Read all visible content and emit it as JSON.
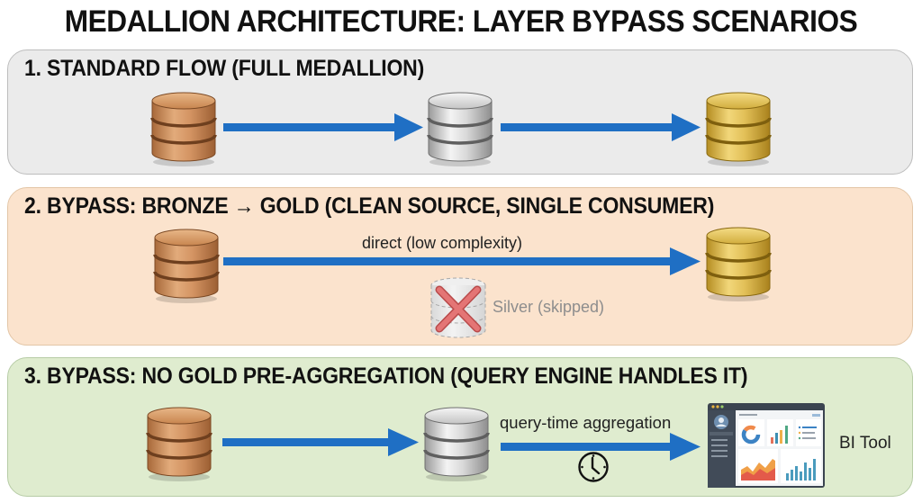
{
  "title": "MEDALLION ARCHITECTURE: LAYER BYPASS SCENARIOS",
  "colors": {
    "arrow": "#1f6fc4",
    "bronze": "#c98a55",
    "silver": "#c9c9c9",
    "gold": "#d8b548",
    "panel1_bg": "#ebebeb",
    "panel2_bg": "#fbe3cd",
    "panel3_bg": "#dfeccf",
    "skip_x": "#e06565"
  },
  "panels": [
    {
      "title": "1. STANDARD FLOW (FULL MEDALLION)",
      "nodes": [
        {
          "layer": "bronze",
          "icon": "database-icon"
        },
        {
          "layer": "silver",
          "icon": "database-icon"
        },
        {
          "layer": "gold",
          "icon": "database-icon"
        }
      ],
      "edges": [
        {
          "from": "bronze",
          "to": "silver",
          "label": ""
        },
        {
          "from": "silver",
          "to": "gold",
          "label": ""
        }
      ]
    },
    {
      "title": "2. BYPASS: BRONZE → GOLD (CLEAN SOURCE, SINGLE CONSUMER)",
      "nodes": [
        {
          "layer": "bronze",
          "icon": "database-icon"
        },
        {
          "layer": "gold",
          "icon": "database-icon"
        },
        {
          "layer": "silver",
          "icon": "database-icon",
          "state": "skipped"
        }
      ],
      "edges": [
        {
          "from": "bronze",
          "to": "gold",
          "label": "direct (low complexity)"
        }
      ],
      "skipped_label": "Silver (skipped)"
    },
    {
      "title": "3. BYPASS: NO GOLD PRE-AGGREGATION (QUERY ENGINE HANDLES IT)",
      "nodes": [
        {
          "layer": "bronze",
          "icon": "database-icon"
        },
        {
          "layer": "silver",
          "icon": "database-icon"
        },
        {
          "layer": "bi-tool",
          "icon": "dashboard-icon",
          "label": "BI Tool"
        }
      ],
      "edges": [
        {
          "from": "bronze",
          "to": "silver",
          "label": ""
        },
        {
          "from": "silver",
          "to": "bi-tool",
          "label": "query-time aggregation",
          "icon": "clock-icon"
        }
      ]
    }
  ]
}
